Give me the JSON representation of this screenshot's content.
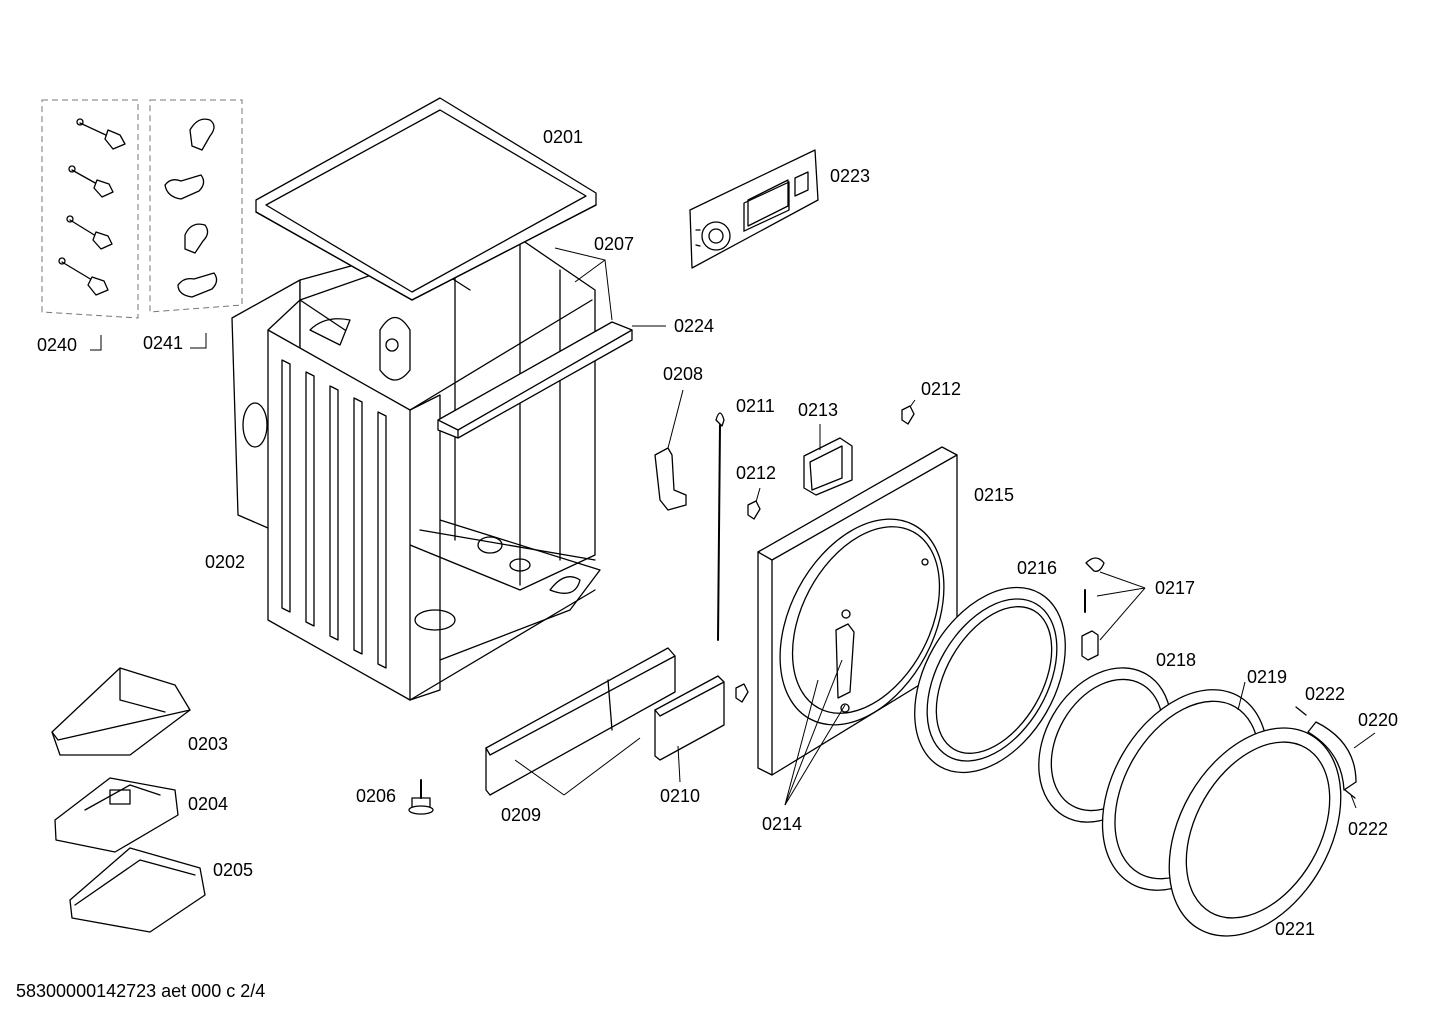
{
  "labels": {
    "l0201": "0201",
    "l0202": "0202",
    "l0203": "0203",
    "l0204": "0204",
    "l0205": "0205",
    "l0206": "0206",
    "l0207": "0207",
    "l0208": "0208",
    "l0209": "0209",
    "l0210": "0210",
    "l0211": "0211",
    "l0212a": "0212",
    "l0212b": "0212",
    "l0213": "0213",
    "l0214": "0214",
    "l0215": "0215",
    "l0216": "0216",
    "l0217": "0217",
    "l0218": "0218",
    "l0219": "0219",
    "l0220": "0220",
    "l0221": "0221",
    "l0222a": "0222",
    "l0222b": "0222",
    "l0223": "0223",
    "l0224": "0224",
    "l0240": "0240",
    "l0241": "0241"
  },
  "footer": "58300000142723 aet 000 c 2/4"
}
